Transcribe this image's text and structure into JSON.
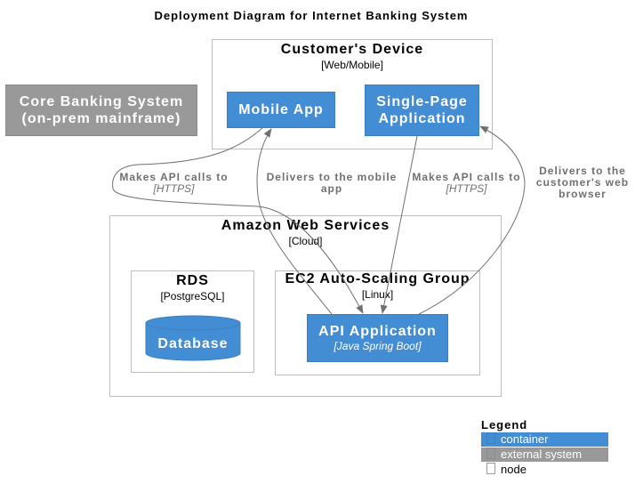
{
  "title": "Deployment Diagram for Internet Banking System",
  "colors": {
    "container": "#438dd5",
    "external_system": "#999999",
    "node_border": "#bdbdbd",
    "relationship": "#707070"
  },
  "nodes": {
    "customer_device": {
      "title": "Customer's Device",
      "technology": "[Web/Mobile]"
    },
    "aws": {
      "title": "Amazon Web Services",
      "technology": "[Cloud]"
    },
    "rds": {
      "title": "RDS",
      "technology": "[PostgreSQL]"
    },
    "ec2": {
      "title": "EC2 Auto-Scaling Group",
      "technology": "[Linux]"
    }
  },
  "containers": {
    "mobile_app": {
      "label": "Mobile App"
    },
    "spa": {
      "label_line1": "Single-Page",
      "label_line2": "Application"
    },
    "api": {
      "label": "API Application",
      "technology": "[Java Spring Boot]"
    },
    "database": {
      "label": "Database"
    }
  },
  "external_systems": {
    "core_banking": {
      "label_line1": "Core Banking System",
      "label_line2": "(on-prem mainframe)"
    }
  },
  "relationships": [
    {
      "from": "Mobile App",
      "to": "API Application",
      "label": "Makes API calls to",
      "technology": "[HTTPS]"
    },
    {
      "from": "API Application",
      "to": "Mobile App",
      "label_line1": "Delivers to the mobile",
      "label_line2": "app"
    },
    {
      "from": "Single-Page Application",
      "to": "API Application",
      "label": "Makes API calls to",
      "technology": "[HTTPS]"
    },
    {
      "from": "API Application",
      "to": "Single-Page Application",
      "label_line1": "Delivers to the",
      "label_line2": "customer's web",
      "label_line3": "browser"
    }
  ],
  "legend": {
    "title": "Legend",
    "items": [
      {
        "label": "container",
        "color": "#438dd5"
      },
      {
        "label": "external system",
        "color": "#999999"
      },
      {
        "label": "node",
        "color": "#ffffff"
      }
    ]
  }
}
